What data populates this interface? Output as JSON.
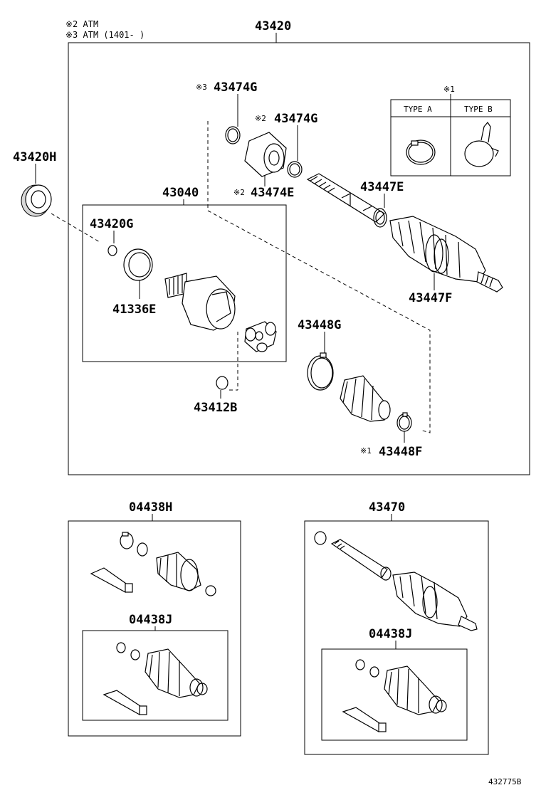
{
  "notes": {
    "note2": "※2 ATM",
    "note3": "※3 ATM (1401- )",
    "type_a": "TYPE A",
    "type_b": "TYPE B",
    "mark1": "※1",
    "mark2a": "※2",
    "mark2b": "※2",
    "mark3": "※3",
    "mark1b": "※1"
  },
  "parts": {
    "p43420": "43420",
    "p43420H": "43420H",
    "p43474G_a": "43474G",
    "p43474G_b": "43474G",
    "p43474E": "43474E",
    "p43040": "43040",
    "p43420G": "43420G",
    "p41336E": "41336E",
    "p43447E": "43447E",
    "p43447F": "43447F",
    "p43448G": "43448G",
    "p43412B": "43412B",
    "p43448F": "43448F",
    "p04438H": "04438H",
    "p04438J_a": "04438J",
    "p43470": "43470",
    "p04438J_b": "04438J"
  },
  "footer": {
    "illustration_id": "432775B"
  }
}
